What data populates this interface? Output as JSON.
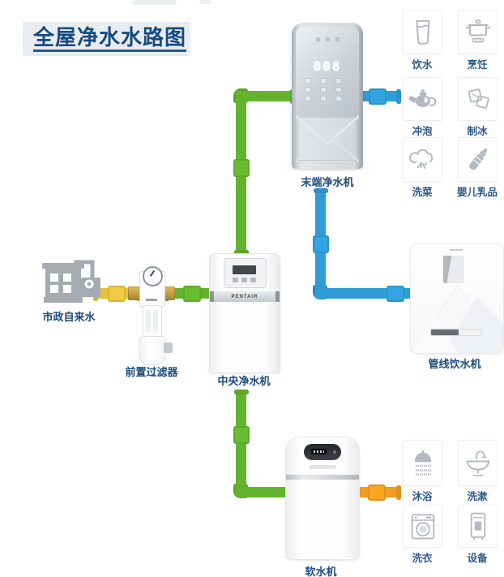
{
  "title": "全屋净水水路图",
  "colors": {
    "pipe_filtered_green": "#63b32f",
    "pipe_drinking_blue": "#2f9cd6",
    "pipe_raw_yellow": "#e4c23a",
    "pipe_soft_orange": "#f09c21",
    "label_navy": "#1d4b7e",
    "icon_gray": "#b3b9c0",
    "title_blue": "#164a80"
  },
  "devices": {
    "municipal_water": {
      "label": "市政自来水"
    },
    "pre_filter": {
      "label": "前置过滤器"
    },
    "central_purifier": {
      "label": "中央净水机",
      "brand": "PENTAIR"
    },
    "terminal_purifier": {
      "label": "末端净水机",
      "display_value": "008"
    },
    "pipeline_dispenser": {
      "label": "管线饮水机"
    },
    "water_softener": {
      "label": "软水机"
    }
  },
  "usage_groups": {
    "drinking": {
      "items": [
        {
          "label": "饮水",
          "icon": "water-glass-icon"
        },
        {
          "label": "烹饪",
          "icon": "cooking-pot-icon"
        },
        {
          "label": "冲泡",
          "icon": "teapot-icon"
        },
        {
          "label": "制冰",
          "icon": "ice-cubes-icon"
        },
        {
          "label": "洗菜",
          "icon": "vegetable-icon"
        },
        {
          "label": "婴儿乳品",
          "icon": "baby-bottle-icon"
        }
      ]
    },
    "soft_water": {
      "items": [
        {
          "label": "沐浴",
          "icon": "shower-icon"
        },
        {
          "label": "洗漱",
          "icon": "wash-basin-icon"
        },
        {
          "label": "洗衣",
          "icon": "washing-machine-icon"
        },
        {
          "label": "设备",
          "icon": "water-heater-icon"
        }
      ]
    }
  }
}
